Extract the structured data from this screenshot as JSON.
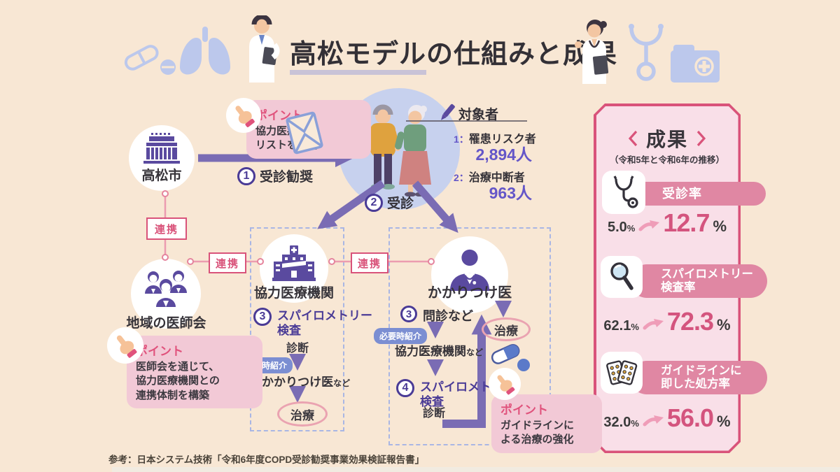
{
  "header": {
    "title_highlight": "高松モデル",
    "title_rest": "の仕組みと成果"
  },
  "links": {
    "label": "連携"
  },
  "city": {
    "label": "高松市"
  },
  "association": {
    "label": "地域の医師会"
  },
  "partner": {
    "label": "協力医療機関"
  },
  "family": {
    "label": "かかりつけ医"
  },
  "step1": {
    "num": "1",
    "label": "受診勧奨"
  },
  "step2": {
    "num": "2",
    "label": "受診"
  },
  "target": {
    "title": "対象者",
    "items": [
      {
        "num": "1：",
        "label": "罹患リスク者",
        "value": "2,894人"
      },
      {
        "num": "2：",
        "label": "治療中断者",
        "value": "963人"
      }
    ]
  },
  "point1": {
    "title": "ポイント",
    "text": "協力医療機関\nリストを同封"
  },
  "point2": {
    "title": "ポイント",
    "text": "医師会を通じて、\n協力医療機関との\n連携体制を構築"
  },
  "point3": {
    "title": "ポイント",
    "text": "ガイドラインに\nよる治療の強化"
  },
  "flow_left": {
    "num": "3",
    "title": "スパイロメトリー\n検査",
    "diagnosis": "診断",
    "bubble": "必要時紹介",
    "referral": "かかりつけ医",
    "referral_suffix": "など",
    "goal": "治療"
  },
  "flow_right": {
    "num3": "3",
    "step3": "問診など",
    "bubble": "必要時紹介",
    "referral": "協力医療機関",
    "referral_suffix": "など",
    "num4": "4",
    "step4": "スパイロメトリー\n検査",
    "diagnosis": "診断",
    "goal": "治療"
  },
  "results": {
    "title": "成果",
    "subtitle": "（令和5年と令和6年の推移）",
    "unit": "%",
    "items": [
      {
        "icon": "stethoscope-icon",
        "label": "受診率",
        "before": "5.0",
        "after": "12.7"
      },
      {
        "icon": "magnifier-icon",
        "label": "スパイロメトリー\n検査率",
        "before": "62.1",
        "after": "72.3"
      },
      {
        "icon": "blister-pack-icon",
        "label": "ガイドラインに\n即した処方率",
        "before": "32.0",
        "after": "56.0"
      }
    ]
  },
  "footer": {
    "source": "参考：日本システム技術「令和6年度COPD受診勧奨事業効果検証報告書」"
  }
}
